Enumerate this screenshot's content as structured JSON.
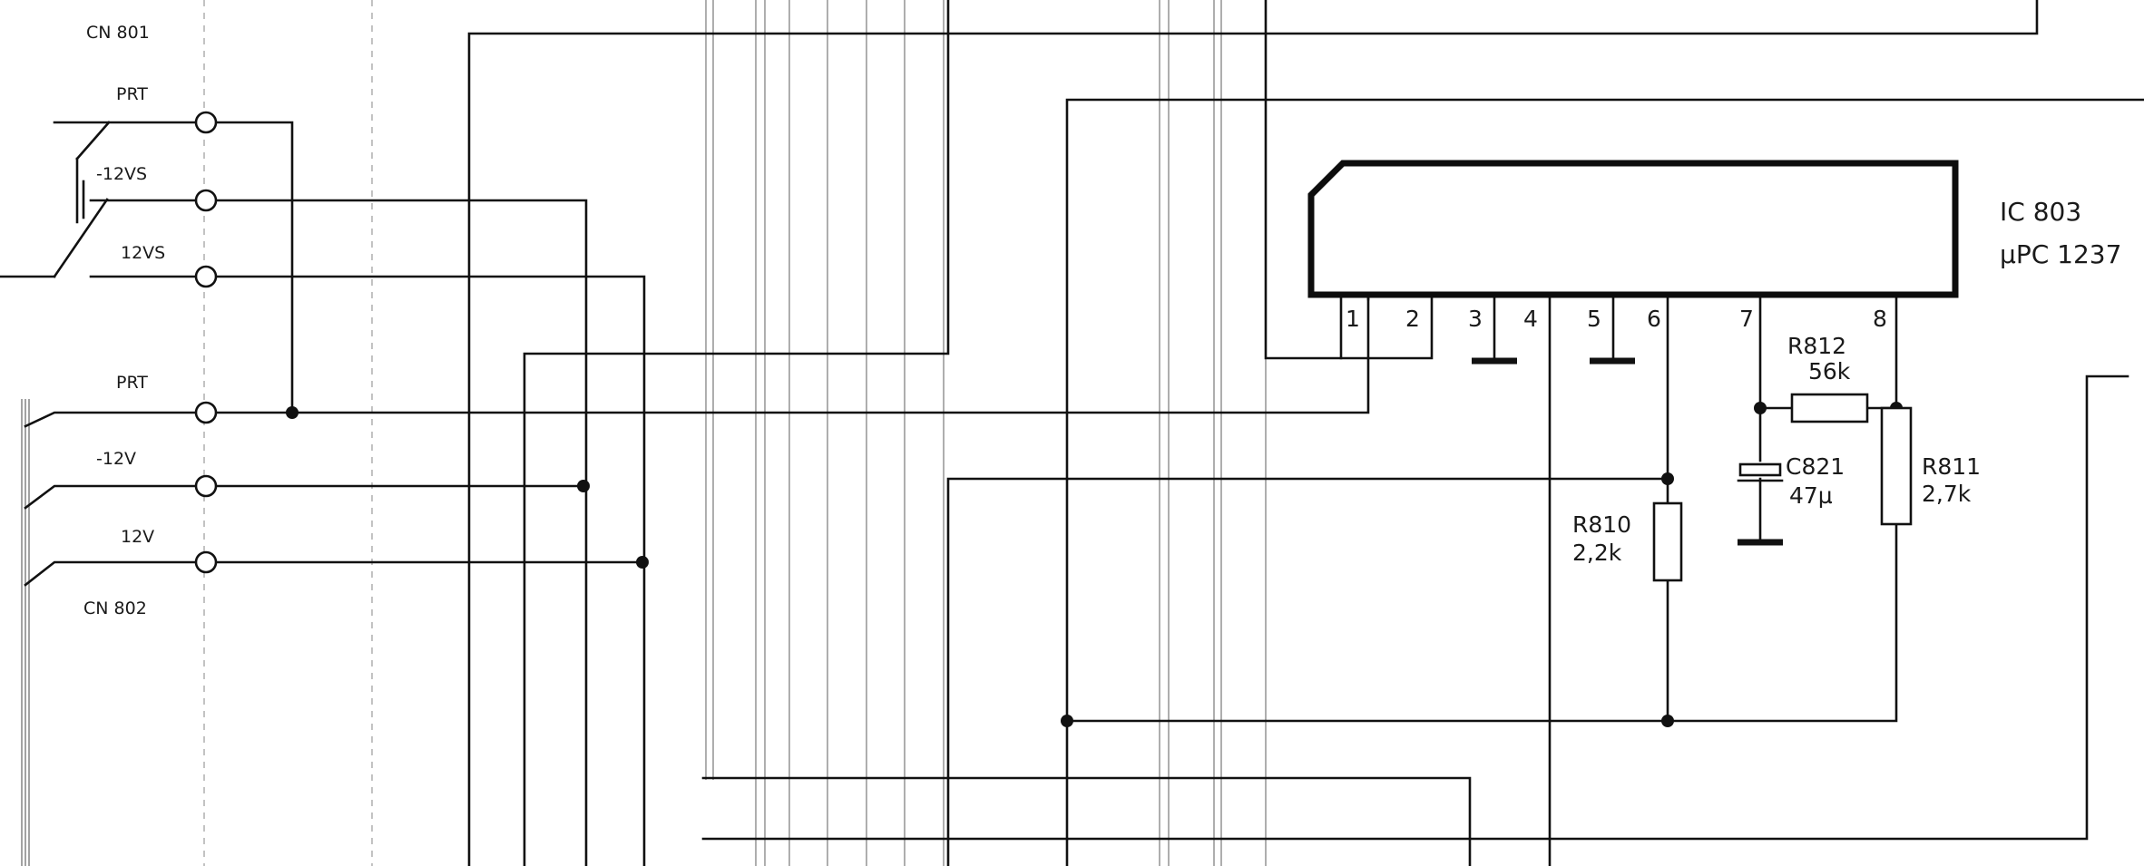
{
  "connectors": {
    "cn801": {
      "label": "CN 801"
    },
    "cn802": {
      "label": "CN 802"
    },
    "pins": [
      {
        "label": "PRT"
      },
      {
        "label": "-12VS"
      },
      {
        "label": "12VS"
      },
      {
        "label": "PRT"
      },
      {
        "label": "-12V"
      },
      {
        "label": "12V"
      }
    ]
  },
  "ic": {
    "ref": "IC 803",
    "part": "µPC 1237",
    "pins": [
      "1",
      "2",
      "3",
      "4",
      "5",
      "6",
      "7",
      "8"
    ]
  },
  "components": {
    "r812": {
      "ref": "R812",
      "value": "56k"
    },
    "c821": {
      "ref": "C821",
      "value": "47µ"
    },
    "r811": {
      "ref": "R811",
      "value": "2,7k"
    },
    "r810": {
      "ref": "R810",
      "value": "2,2k"
    }
  }
}
